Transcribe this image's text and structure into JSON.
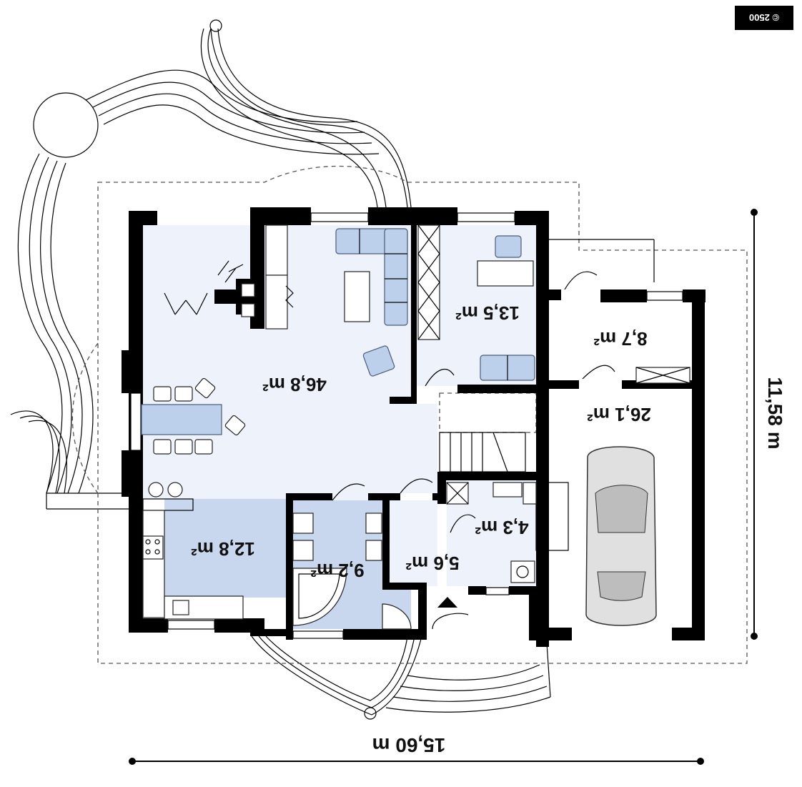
{
  "badge": "© 2500",
  "dimensions": {
    "width": "15,60 m",
    "height": "11,58 m"
  },
  "rooms": [
    {
      "id": "living",
      "area": "46,8 m²"
    },
    {
      "id": "office",
      "area": "13,5 m²"
    },
    {
      "id": "boiler",
      "area": "8,7 m²"
    },
    {
      "id": "garage",
      "area": "26,1 m²"
    },
    {
      "id": "kitchen",
      "area": "12,8 m²"
    },
    {
      "id": "bathroom",
      "area": "9,2 m²"
    },
    {
      "id": "hall",
      "area": "5,6 m²"
    },
    {
      "id": "wc",
      "area": "4,3 m²"
    }
  ],
  "colors": {
    "wall": "#000000",
    "room_light": "#eef3fb",
    "room_blue": "#c8d7ee",
    "furniture": "#bcd0ec"
  }
}
